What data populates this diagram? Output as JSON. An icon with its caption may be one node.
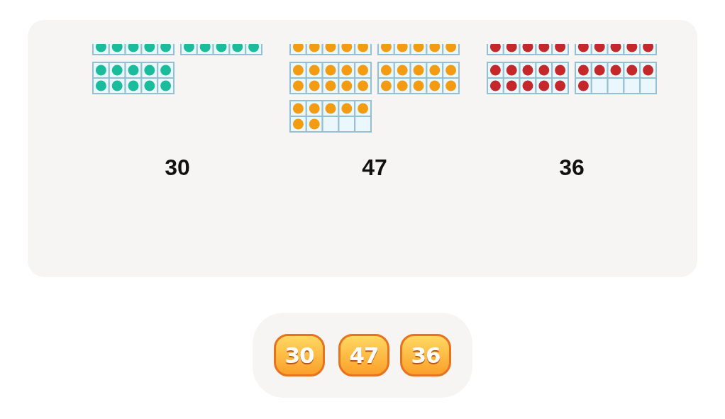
{
  "diagram": {
    "labels": [
      "30",
      "47",
      "36",
      "30",
      "47",
      "36"
    ]
  }
}
